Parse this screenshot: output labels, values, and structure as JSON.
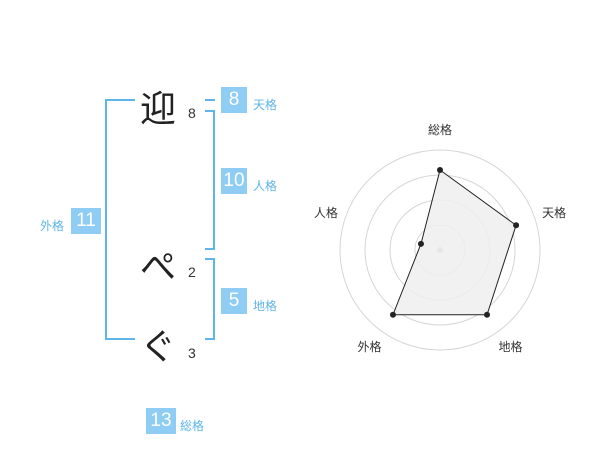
{
  "name_chars": [
    {
      "char": "迎",
      "strokes": "8"
    },
    {
      "char": "ぺ",
      "strokes": "2"
    },
    {
      "char": "ぐ",
      "strokes": "3"
    }
  ],
  "kakusu": {
    "tenkaku": {
      "value": "8",
      "label": "天格"
    },
    "jinkaku": {
      "value": "10",
      "label": "人格"
    },
    "chikaku": {
      "value": "5",
      "label": "地格"
    },
    "gaikaku": {
      "value": "11",
      "label": "外格"
    },
    "soukaku": {
      "value": "13",
      "label": "総格"
    }
  },
  "chart_data": {
    "type": "radar",
    "axes": [
      "総格",
      "天格",
      "地格",
      "外格",
      "人格"
    ],
    "values": [
      4,
      4,
      4,
      4,
      1
    ],
    "max": 5,
    "rings": 4,
    "colors": {
      "fill": "#eeeeee",
      "stroke": "#222222",
      "grid": "#d6d6d6",
      "center": "#bbbbbb"
    }
  }
}
